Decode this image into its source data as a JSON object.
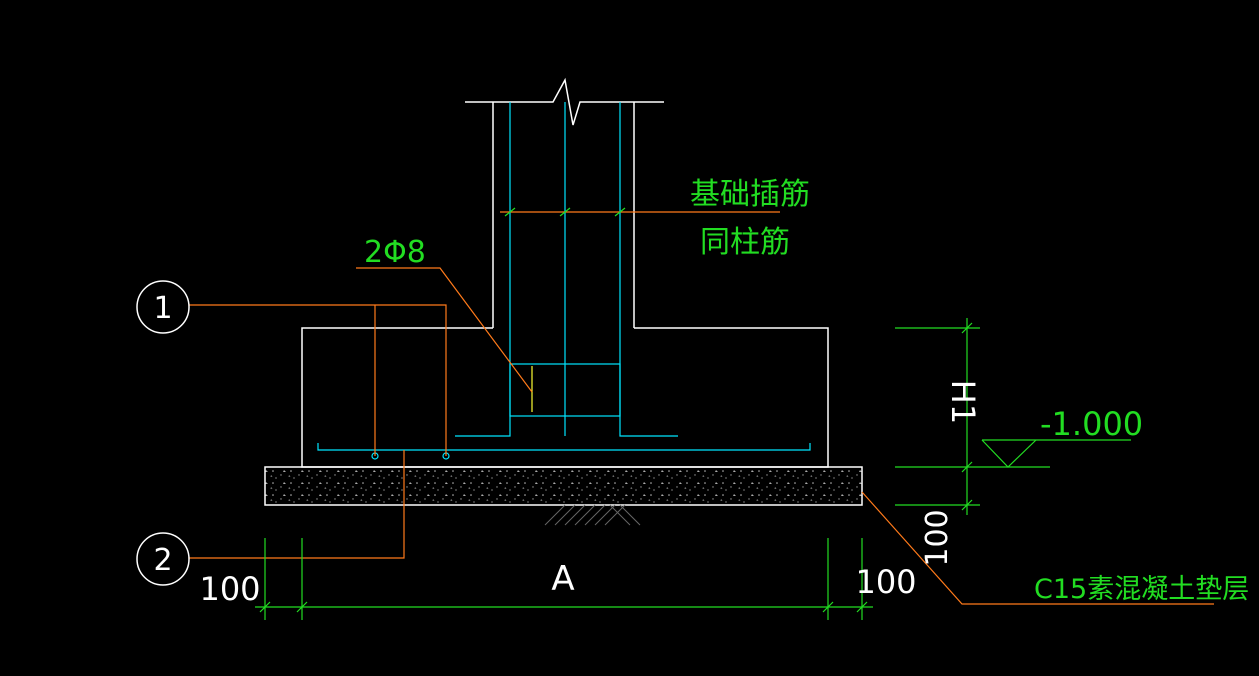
{
  "labels": {
    "rebar_note_line1": "基础插筋",
    "rebar_note_line2": "同柱筋",
    "stirrup_note": "2Φ8",
    "marker_1": "1",
    "marker_2": "2",
    "dim_height": "H1",
    "elevation": "-1.000",
    "dim_left": "100",
    "dim_width": "A",
    "dim_right": "100",
    "dim_cushion": "100",
    "cushion_note": "C15素混凝土垫层"
  },
  "colors": {
    "background": "#000000",
    "outline": "#ffffff",
    "rebar": "#00e5ff",
    "leader": "#ff7a1a",
    "dimension": "#22dd22",
    "text": "#22dd22"
  }
}
